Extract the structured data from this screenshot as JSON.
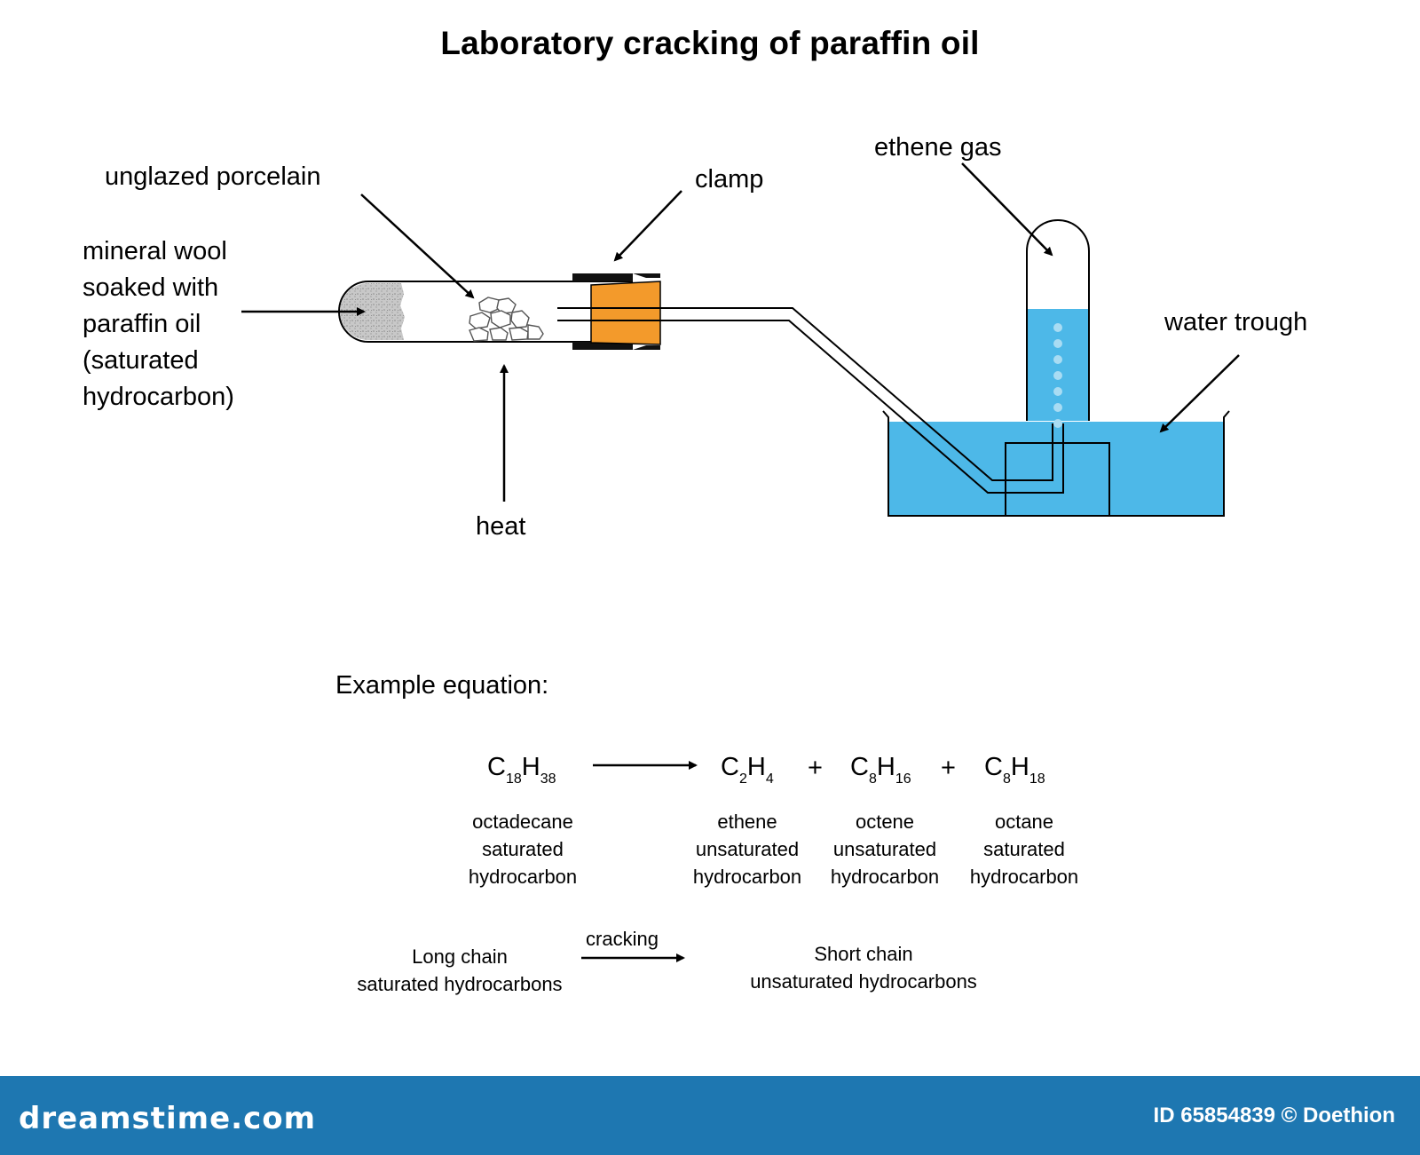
{
  "title": "Laboratory cracking of paraffin oil",
  "labels": {
    "porcelain": "unglazed porcelain",
    "clamp": "clamp",
    "ethene_gas": "ethene gas",
    "water_trough": "water trough",
    "heat": "heat",
    "mineral_wool": [
      "mineral wool",
      "soaked with",
      "paraffin oil",
      "(saturated",
      "hydrocarbon)"
    ]
  },
  "equation": {
    "heading": "Example equation:",
    "reactant": {
      "symbols": [
        [
          "C",
          "18"
        ],
        [
          "H",
          "38"
        ]
      ],
      "name": "octadecane",
      "kind": [
        "saturated",
        "hydrocarbon"
      ]
    },
    "products": [
      {
        "symbols": [
          [
            "C",
            "2"
          ],
          [
            "H",
            "4"
          ]
        ],
        "name": "ethene",
        "kind": [
          "unsaturated",
          "hydrocarbon"
        ]
      },
      {
        "symbols": [
          [
            "C",
            "8"
          ],
          [
            "H",
            "16"
          ]
        ],
        "name": "octene",
        "kind": [
          "unsaturated",
          "hydrocarbon"
        ]
      },
      {
        "symbols": [
          [
            "C",
            "8"
          ],
          [
            "H",
            "18"
          ]
        ],
        "name": "octane",
        "kind": [
          "saturated",
          "hydrocarbon"
        ]
      }
    ],
    "plus": "+"
  },
  "summary": {
    "left": [
      "Long chain",
      "saturated hydrocarbons"
    ],
    "arrow_label": "cracking",
    "right": [
      "Short chain",
      "unsaturated hydrocarbons"
    ]
  },
  "footer": {
    "brand": "dreamstime.com",
    "credit": "ID 65854839 © Doethion"
  },
  "colors": {
    "water": "#4db8e8",
    "bung": "#f39a2b",
    "mineral_wool": "#c8c8c8",
    "footer": "#1e77b1"
  }
}
